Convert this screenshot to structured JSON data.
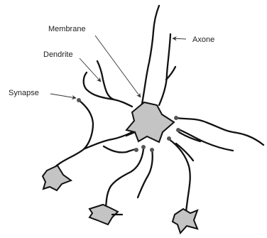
{
  "labels": {
    "membrane": "Membrane",
    "axone": "Axone",
    "dendrite": "Dendrite",
    "synapse": "Synapse"
  },
  "colors": {
    "line": "#111111",
    "cell_fill": "#c4c4c4",
    "pointer": "#333333",
    "synapse_dot": "#555555"
  }
}
